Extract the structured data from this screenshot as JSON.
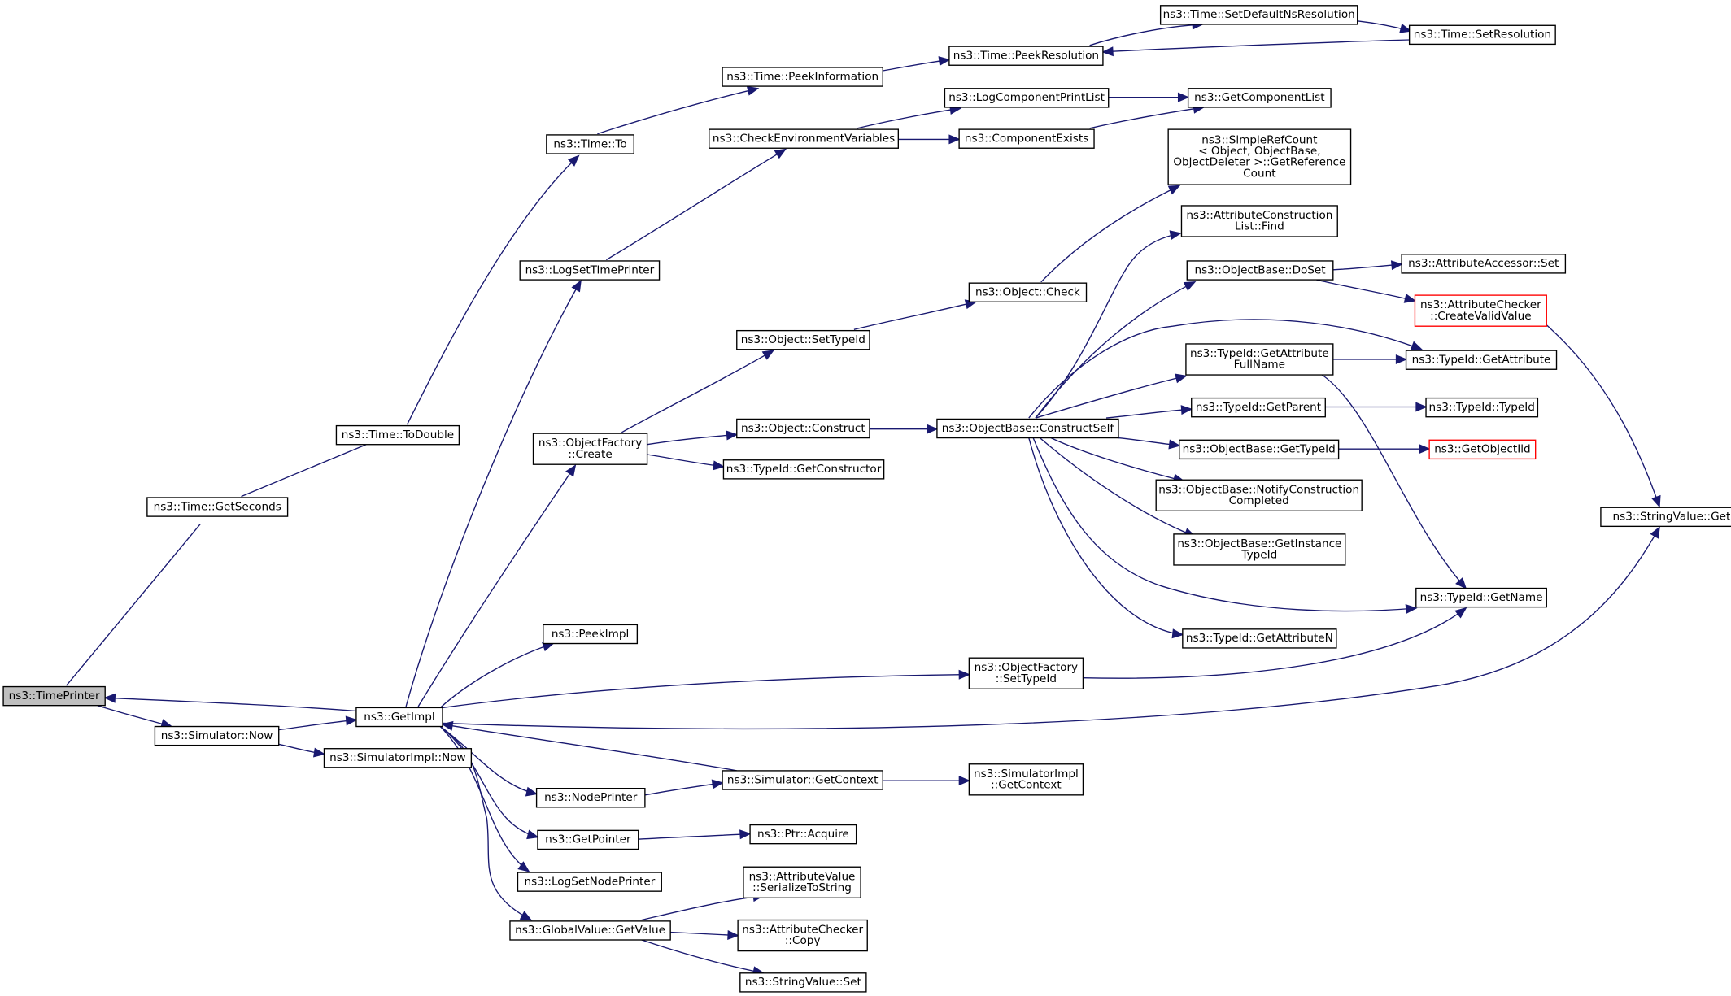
{
  "nodes": {
    "TimePrinter": [
      "ns3::TimePrinter"
    ],
    "GetSeconds": [
      "ns3::Time::GetSeconds"
    ],
    "ToDouble": [
      "ns3::Time::ToDouble"
    ],
    "TimeTo": [
      "ns3::Time::To"
    ],
    "PeekInformation": [
      "ns3::Time::PeekInformation"
    ],
    "PeekResolution": [
      "ns3::Time::PeekResolution"
    ],
    "SetDefaultNsResolution": [
      "ns3::Time::SetDefaultNsResolution"
    ],
    "SetResolution": [
      "ns3::Time::SetResolution"
    ],
    "SimulatorNow": [
      "ns3::Simulator::Now"
    ],
    "GetImpl": [
      "ns3::GetImpl"
    ],
    "SimulatorImplNow": [
      "ns3::SimulatorImpl::Now"
    ],
    "LogSetTimePrinter": [
      "ns3::LogSetTimePrinter"
    ],
    "CheckEnvironmentVariables": [
      "ns3::CheckEnvironmentVariables"
    ],
    "LogComponentPrintList": [
      "ns3::LogComponentPrintList"
    ],
    "ComponentExists": [
      "ns3::ComponentExists"
    ],
    "GetComponentList": [
      "ns3::GetComponentList"
    ],
    "ObjectFactoryCreate": [
      "ns3::ObjectFactory",
      "::Create"
    ],
    "ObjectSetTypeId": [
      "ns3::Object::SetTypeId"
    ],
    "ObjectCheck": [
      "ns3::Object::Check"
    ],
    "SimpleRefCount": [
      "ns3::SimpleRefCount",
      "< Object, ObjectBase,",
      "ObjectDeleter >::GetReference",
      "Count"
    ],
    "ObjectConstruct": [
      "ns3::Object::Construct"
    ],
    "GetConstructor": [
      "ns3::TypeId::GetConstructor"
    ],
    "ConstructSelf": [
      "ns3::ObjectBase::ConstructSelf"
    ],
    "ACLFind": [
      "ns3::AttributeConstruction",
      "List::Find"
    ],
    "DoSet": [
      "ns3::ObjectBase::DoSet"
    ],
    "AccessorSet": [
      "ns3::AttributeAccessor::Set"
    ],
    "CreateValidValue": [
      "ns3::AttributeChecker",
      "::CreateValidValue"
    ],
    "GetAttributeFullName": [
      "ns3::TypeId::GetAttribute",
      "FullName"
    ],
    "GetAttribute": [
      "ns3::TypeId::GetAttribute"
    ],
    "GetParent": [
      "ns3::TypeId::GetParent"
    ],
    "TypeIdTypeId": [
      "ns3::TypeId::TypeId"
    ],
    "ObjectBaseGetTypeId": [
      "ns3::ObjectBase::GetTypeId"
    ],
    "GetObjectIid": [
      "ns3::GetObjectIid"
    ],
    "NotifyConstructionCompleted": [
      "ns3::ObjectBase::NotifyConstruction",
      "Completed"
    ],
    "GetInstanceTypeId": [
      "ns3::ObjectBase::GetInstance",
      "TypeId"
    ],
    "TypeIdGetName": [
      "ns3::TypeId::GetName"
    ],
    "GetAttributeN": [
      "ns3::TypeId::GetAttributeN"
    ],
    "StringValueGet": [
      "ns3::StringValue::Get"
    ],
    "PeekImpl": [
      "ns3::PeekImpl"
    ],
    "ObjectFactorySetTypeId": [
      "ns3::ObjectFactory",
      "::SetTypeId"
    ],
    "SimulatorGetContext": [
      "ns3::Simulator::GetContext"
    ],
    "SimulatorImplGetContext": [
      "ns3::SimulatorImpl",
      "::GetContext"
    ],
    "NodePrinter": [
      "ns3::NodePrinter"
    ],
    "GetPointer": [
      "ns3::GetPointer"
    ],
    "PtrAcquire": [
      "ns3::Ptr::Acquire"
    ],
    "LogSetNodePrinter": [
      "ns3::LogSetNodePrinter"
    ],
    "GlobalValueGetValue": [
      "ns3::GlobalValue::GetValue"
    ],
    "SerializeToString": [
      "ns3::AttributeValue",
      "::SerializeToString"
    ],
    "AttributeCheckerCopy": [
      "ns3::AttributeChecker",
      "::Copy"
    ],
    "StringValueSet": [
      "ns3::StringValue::Set"
    ]
  },
  "colors": {
    "edge": "#191970",
    "root_fill": "#bfbfbf",
    "highlight_border": "#ff0000"
  }
}
